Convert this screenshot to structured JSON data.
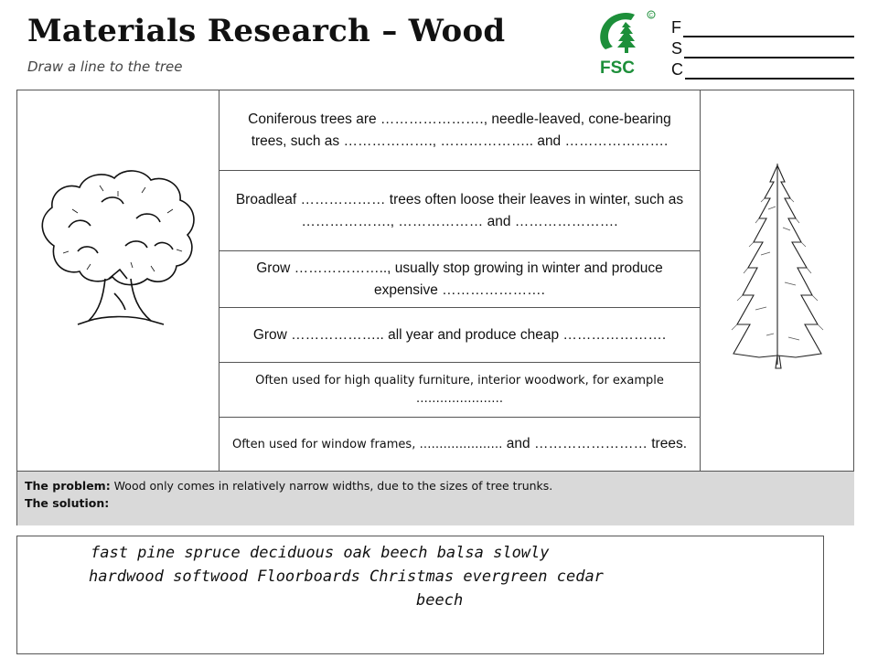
{
  "header": {
    "title": "Materials Research – Wood",
    "subtitle": "Draw a line to the tree",
    "logo_text": "FSC",
    "name_fields": [
      "F",
      "S",
      "C"
    ]
  },
  "rows": [
    {
      "text": "Coniferous trees are …………………., needle-leaved, cone-bearing trees, such as ………………., ……………….. and …………………."
    },
    {
      "text": "Broadleaf ……………… trees often loose their leaves in winter, such as ………………., ……………… and …………………."
    },
    {
      "text": "Grow ……………….., usually stop growing in winter and produce expensive …………………."
    },
    {
      "text": "Grow ……………….. all year and produce cheap …………………."
    },
    {
      "text": "Often used for high quality furniture, interior woodwork, for example …………………."
    },
    {
      "text_small": "Often used for window frames, …………………",
      "text_big": " and …………………… trees."
    }
  ],
  "problem": {
    "label1": "The problem:",
    "text1": " Wood only comes in relatively narrow widths, due to the sizes of tree trunks.",
    "label2": "The solution:"
  },
  "word_bank": {
    "line1": "fast   pine    spruce   deciduous  oak   beech  balsa  slowly",
    "line2": "hardwood  softwood  Floorboards   Christmas   evergreen   cedar",
    "line3": "beech"
  },
  "colors": {
    "fsc_green": "#1d8f3a",
    "problem_bg": "#d9d9d9"
  },
  "icons": [
    "fsc-logo",
    "oak-tree-drawing",
    "pine-tree-drawing"
  ]
}
